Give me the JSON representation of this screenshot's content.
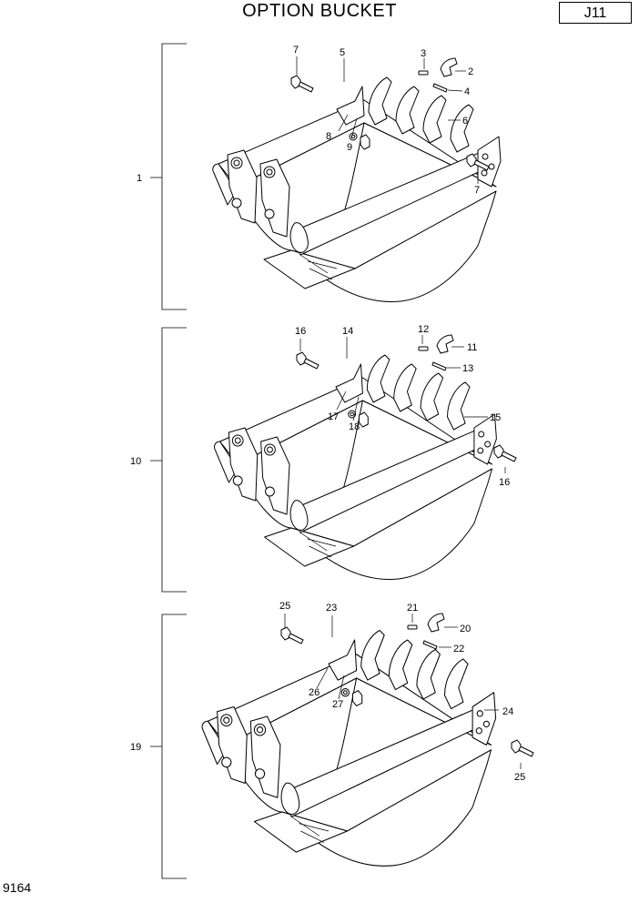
{
  "header": {
    "title": "OPTION BUCKET",
    "page_code": "J11"
  },
  "footer": {
    "figure_id": "9164"
  },
  "assemblies": [
    {
      "main": "1",
      "parts": {
        "tooth": "2",
        "pin": "3",
        "lock": "4",
        "side_cutter": "5",
        "adapter_plate": "6",
        "bolt": "7",
        "washer": "8",
        "nut": "9"
      }
    },
    {
      "main": "10",
      "parts": {
        "tooth": "11",
        "pin": "12",
        "lock": "13",
        "side_cutter": "14",
        "adapter_plate": "15",
        "bolt": "16",
        "washer": "17",
        "nut": "18"
      }
    },
    {
      "main": "19",
      "parts": {
        "tooth": "20",
        "pin": "21",
        "lock": "22",
        "side_cutter": "23",
        "adapter_plate": "24",
        "bolt": "25",
        "washer": "26",
        "nut": "27"
      }
    }
  ]
}
